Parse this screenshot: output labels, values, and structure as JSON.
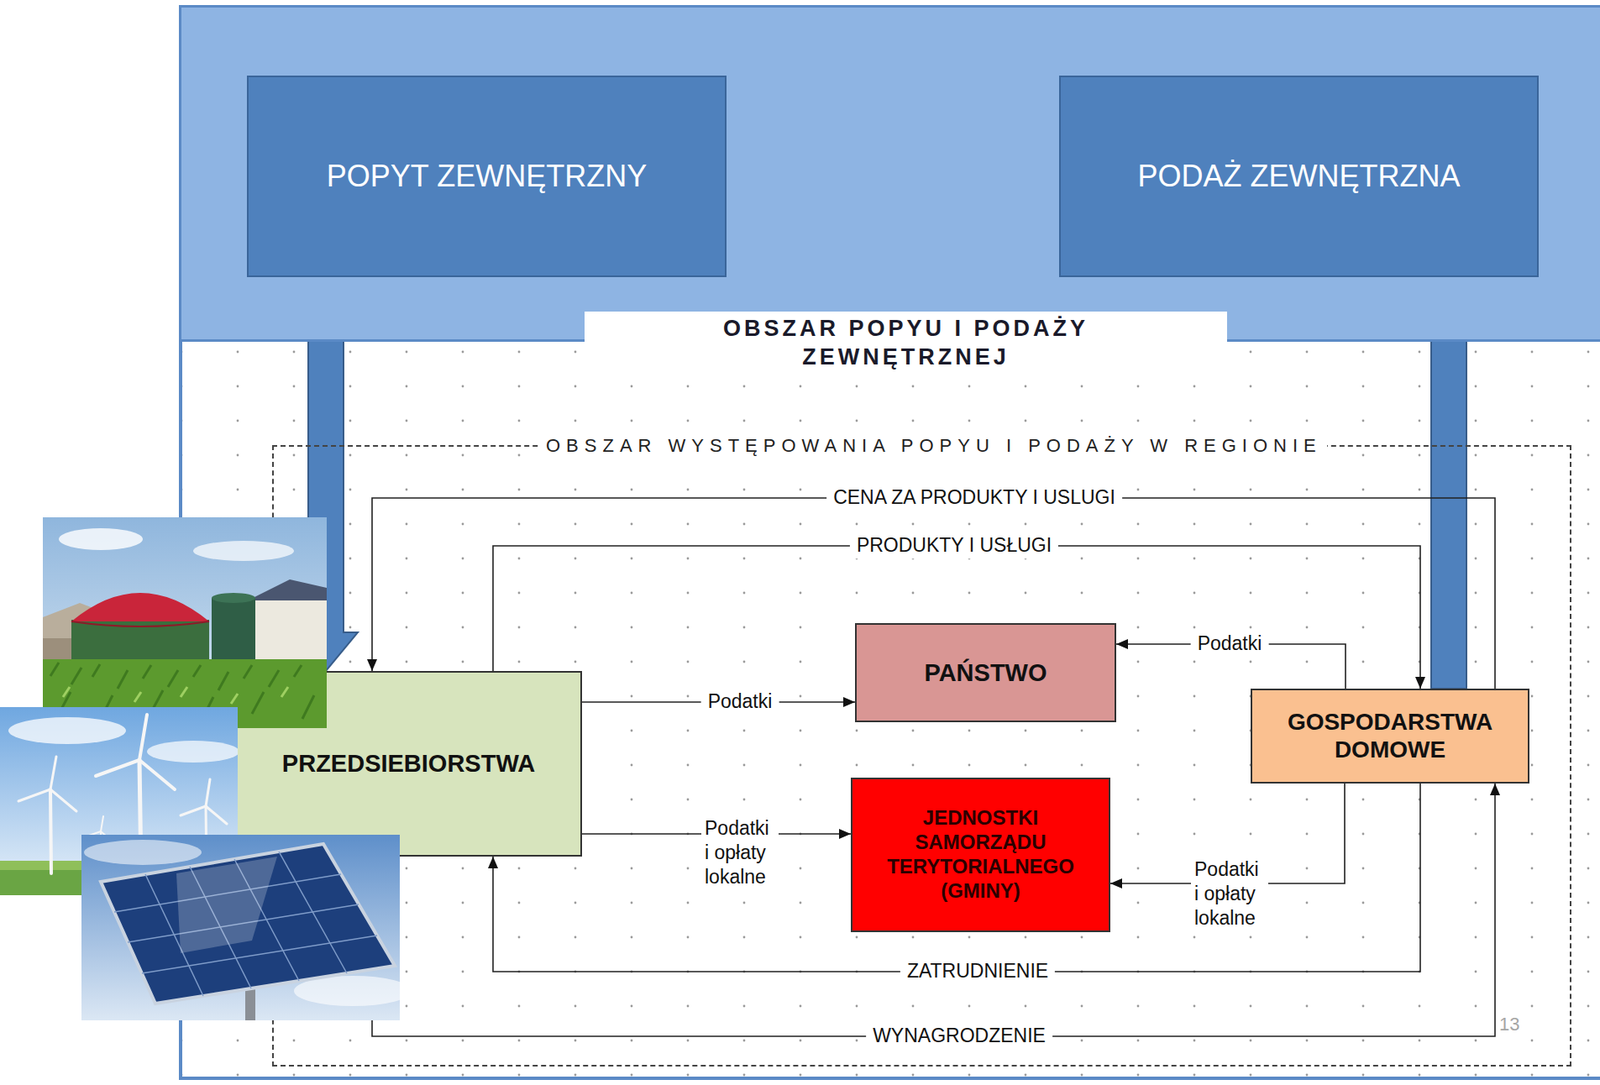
{
  "diagram": {
    "nodes": [
      {
        "text": [
          "OBSZAR POPYU I PODAŻY ZEWNĘTRZNEJ"
        ]
      },
      {
        "text": [
          "POPYT ZEWNĘTRZNY"
        ],
        "in": 0
      },
      {
        "text": [
          "PODAŻ ZEWNĘTRZNA"
        ],
        "in": 0
      },
      {
        "text": [
          "OBSZAR WYSTĘPOWANIA POPYU I PODAŻY W REGIONIE"
        ]
      },
      {
        "text": [
          "PRZEDSIEBIORSTWA"
        ],
        "in": 3
      },
      {
        "text": [
          "PAŃSTWO"
        ],
        "in": 3
      },
      {
        "text": [
          "GOSPODARSTWA DOMOWE"
        ],
        "in": 3
      },
      {
        "text": [
          "JEDNOSTKI SAMORZĄDU TERYTORIALNEGO (GMINY)"
        ],
        "in": 3
      }
    ],
    "edges": [
      {
        "from": 1,
        "to": 4,
        "arrow": "to"
      },
      {
        "from": 6,
        "to": 2,
        "arrow": "to"
      },
      {
        "from": 6,
        "to": 4,
        "label": "CENA ZA PRODUKTY I USLUGI",
        "arrow": "to"
      },
      {
        "from": 4,
        "to": 6,
        "label": "PRODUKTY I USŁUGI",
        "arrow": "to"
      },
      {
        "from": 4,
        "to": 5,
        "label": "Podatki",
        "arrow": "to"
      },
      {
        "from": 4,
        "to": 7,
        "label": "Podatki i opłaty lokalne",
        "arrow": "to"
      },
      {
        "from": 6,
        "to": 5,
        "label": "Podatki",
        "arrow": "to"
      },
      {
        "from": 6,
        "to": 7,
        "label": "Podatki i opłaty lokalne",
        "arrow": "to"
      },
      {
        "from": 6,
        "to": 4,
        "label": "ZATRUDNIENIE",
        "arrow": "to"
      },
      {
        "from": 4,
        "to": 6,
        "label": "WYNAGRODZENIE",
        "arrow": "to"
      }
    ],
    "labels": [
      "13"
    ]
  }
}
